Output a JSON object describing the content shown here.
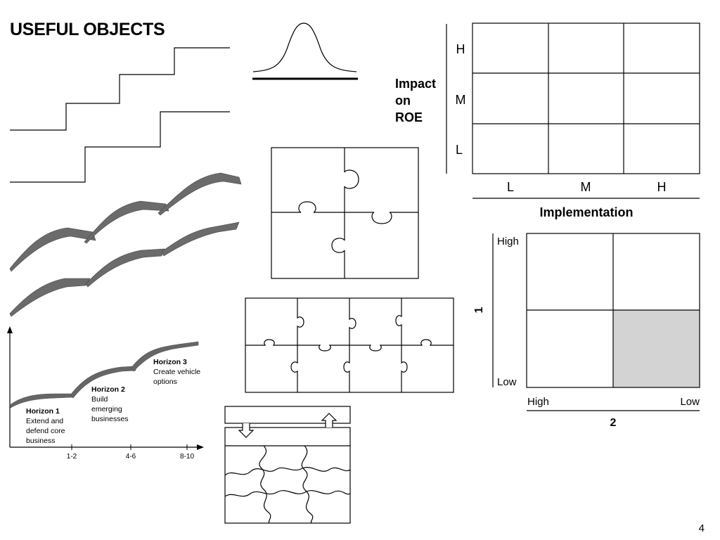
{
  "slide": {
    "title": "USEFUL OBJECTS",
    "page_number": "4"
  },
  "matrix_3x3": {
    "y_axis_label_lines": [
      "Impact",
      "on",
      "ROE"
    ],
    "row_labels": [
      "H",
      "M",
      "L"
    ],
    "col_labels": [
      "L",
      "M",
      "H"
    ],
    "x_axis_label": "Implementation"
  },
  "matrix_2x2": {
    "y_top": "High",
    "y_bottom": "Low",
    "y_axis_label": "1",
    "x_left": "High",
    "x_right": "Low",
    "x_axis_label": "2",
    "highlight_cell": "bottom-right",
    "highlight_color": "#d3d3d3"
  },
  "horizons": {
    "items": [
      {
        "name": "Horizon 1",
        "desc_lines": [
          "Extend and",
          "defend core",
          "business"
        ]
      },
      {
        "name": "Horizon 2",
        "desc_lines": [
          "Build",
          "emerging",
          "businesses"
        ]
      },
      {
        "name": "Horizon 3",
        "desc_lines": [
          "Create vehicle",
          "options"
        ]
      }
    ],
    "x_ticks": [
      "1-2",
      "4-6",
      "8-10"
    ],
    "curve_color": "#666666"
  }
}
